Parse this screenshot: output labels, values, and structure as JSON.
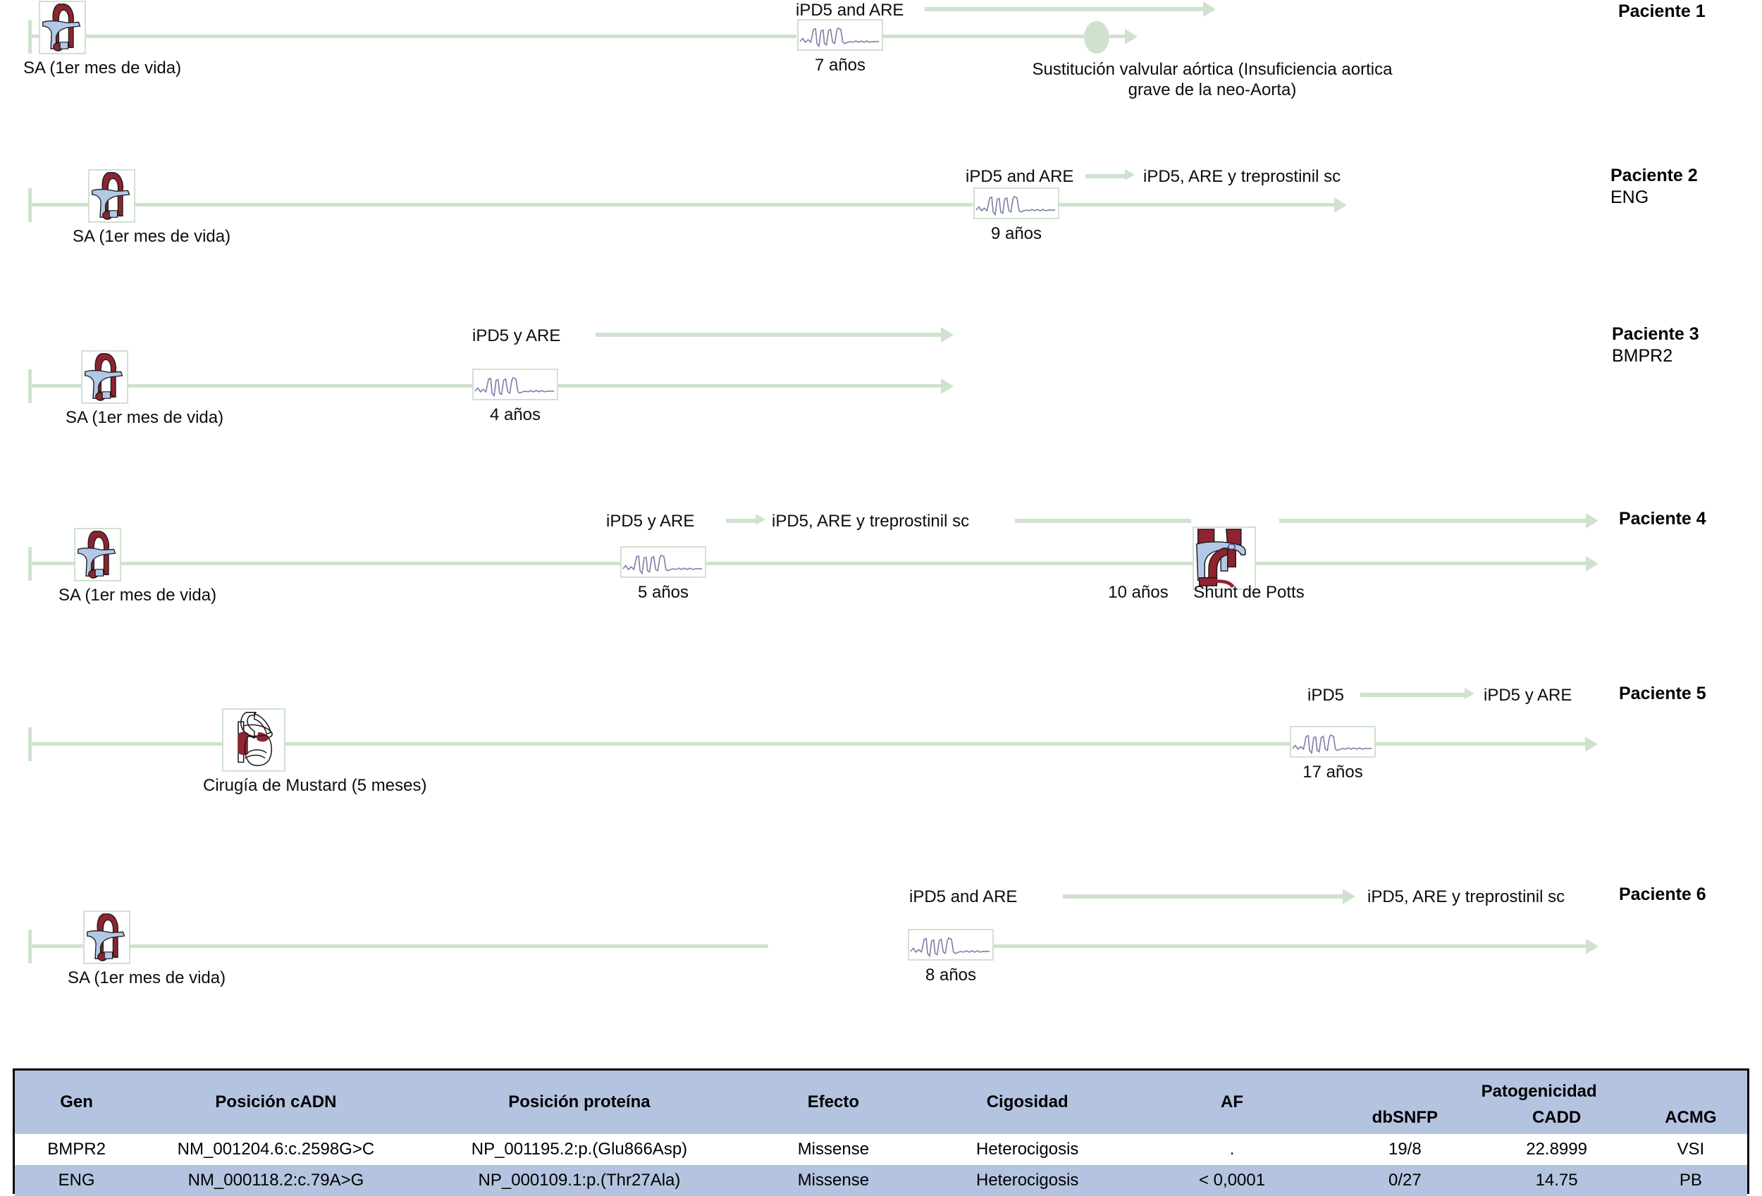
{
  "figure": {
    "accent_green": "#cfe2ce",
    "table_header_blue": "#b4c4e0",
    "artery_red": "#8f2330",
    "vein_blue": "#b3c8e6"
  },
  "patients": [
    {
      "id": "patient-1",
      "label": "Paciente 1",
      "gene": "",
      "start_label": "SA (1er mes de vida)",
      "start_icon": "switch-arterial-heart-icon",
      "ecg_label": "7 años",
      "treatment_top": "iPD5 and ARE",
      "treatment_second": "",
      "event_label": "Sustitución valvular aórtica (Insuficiencia aortica grave de la neo-Aorta)",
      "event_icon": "valve-ellipse-marker"
    },
    {
      "id": "patient-2",
      "label": "Paciente 2",
      "gene": "ENG",
      "start_label": "SA (1er mes de vida)",
      "start_icon": "switch-arterial-heart-icon",
      "ecg_label": "9 años",
      "treatment_top": "iPD5 and ARE",
      "treatment_second": "iPD5, ARE y treprostinil sc",
      "event_label": "",
      "event_icon": ""
    },
    {
      "id": "patient-3",
      "label": "Paciente 3",
      "gene": "BMPR2",
      "start_label": "SA (1er mes de vida)",
      "start_icon": "switch-arterial-heart-icon",
      "ecg_label": "4 años",
      "treatment_top": "iPD5 y ARE",
      "treatment_second": "",
      "event_label": "",
      "event_icon": ""
    },
    {
      "id": "patient-4",
      "label": "Paciente 4",
      "gene": "",
      "start_label": "SA (1er mes de vida)",
      "start_icon": "switch-arterial-heart-icon",
      "ecg_label": "5 años",
      "treatment_top": "iPD5 y ARE",
      "treatment_second": "iPD5, ARE y treprostinil sc",
      "event_label": "Shunt de Potts",
      "event_age": "10 años",
      "event_icon": "potts-shunt-heart-icon"
    },
    {
      "id": "patient-5",
      "label": "Paciente 5",
      "gene": "",
      "start_label": "Cirugía de Mustard (5 meses)",
      "start_icon": "mustard-surgery-heart-icon",
      "ecg_label": "17 años",
      "treatment_top": "iPD5",
      "treatment_second": "iPD5 y ARE",
      "event_label": "",
      "event_icon": ""
    },
    {
      "id": "patient-6",
      "label": "Paciente 6",
      "gene": "",
      "start_label": "SA (1er mes de vida)",
      "start_icon": "switch-arterial-heart-icon",
      "ecg_label": "8 años",
      "treatment_top": "iPD5 and ARE",
      "treatment_second": "iPD5, ARE y treprostinil sc",
      "event_label": "",
      "event_icon": ""
    }
  ],
  "table": {
    "headers": {
      "gen": "Gen",
      "cadn": "Posición cADN",
      "proteina": "Posición proteína",
      "efecto": "Efecto",
      "cigosidad": "Cigosidad",
      "af": "AF",
      "patogenicidad": "Patogenicidad",
      "dbsnfp": "dbSNFP",
      "cadd": "CADD",
      "acmg": "ACMG"
    },
    "rows": [
      {
        "gen": "BMPR2",
        "cadn": "NM_001204.6:c.2598G>C",
        "proteina": "NP_001195.2:p.(Glu866Asp)",
        "efecto": "Missense",
        "cigosidad": "Heterocigosis",
        "af": ".",
        "dbsnfp": "19/8",
        "cadd": "22.8999",
        "acmg": "VSI"
      },
      {
        "gen": "ENG",
        "cadn": "NM_000118.2:c.79A>G",
        "proteina": "NP_000109.1:p.(Thr27Ala)",
        "efecto": "Missense",
        "cigosidad": "Heterocigosis",
        "af": "< 0,0001",
        "dbsnfp": "0/27",
        "cadd": "14.75",
        "acmg": "PB"
      }
    ]
  }
}
